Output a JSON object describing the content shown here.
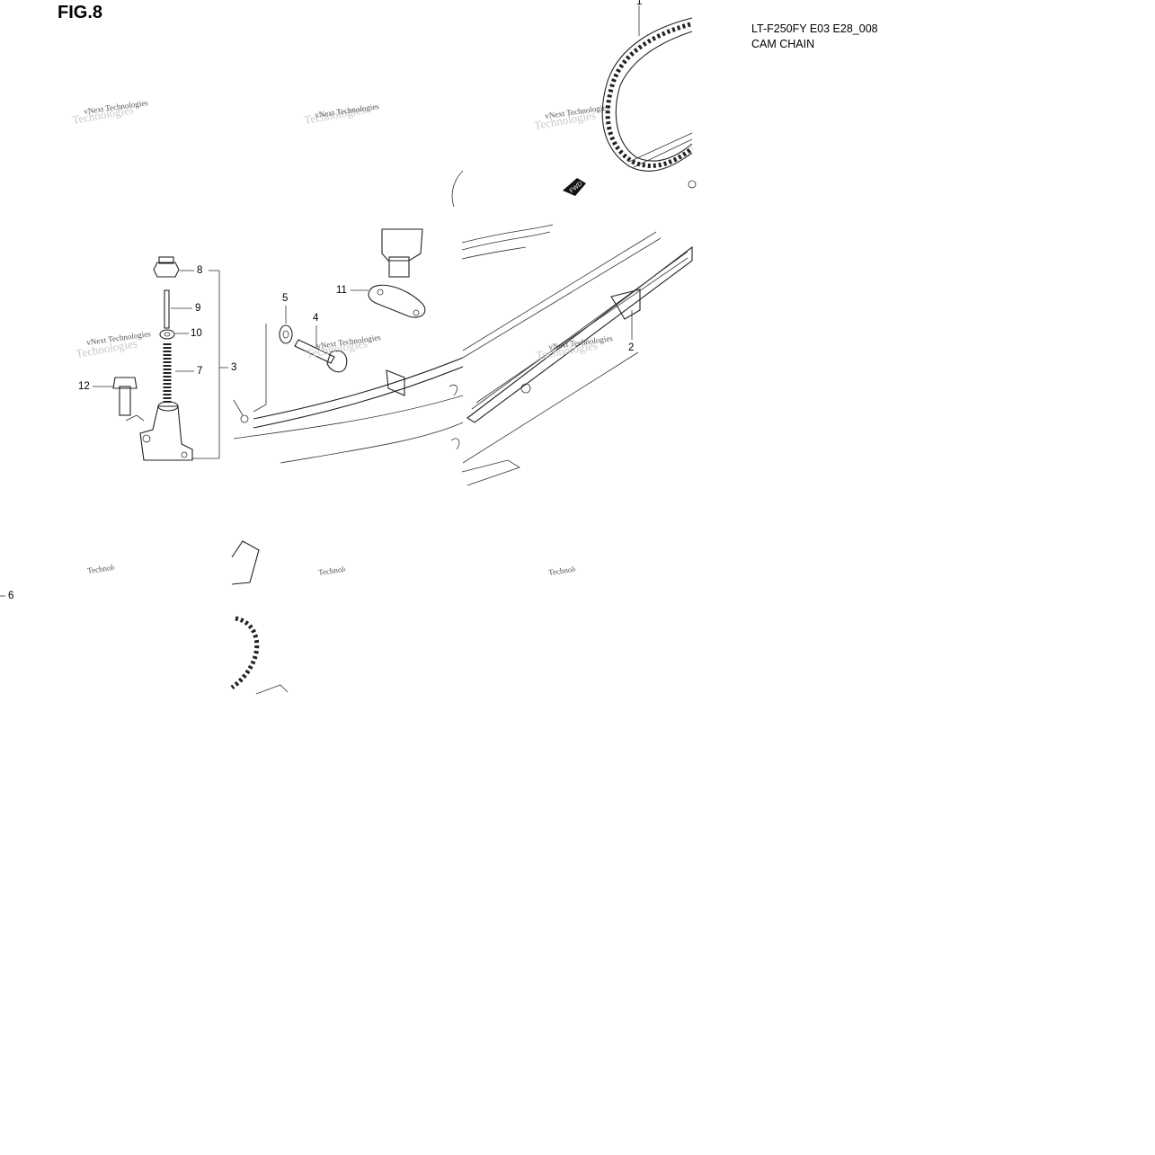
{
  "figure": {
    "title": "FIG.8"
  },
  "model": {
    "code": "LT-F250FY E03 E28_008",
    "name": "CAM CHAIN"
  },
  "fwd_label": "FWD",
  "watermark": {
    "text": "vNext Technologies",
    "ghost": "Technologies"
  },
  "callouts": [
    "1",
    "2",
    "3",
    "4",
    "5",
    "6",
    "7",
    "8",
    "9",
    "10",
    "11",
    "12"
  ]
}
